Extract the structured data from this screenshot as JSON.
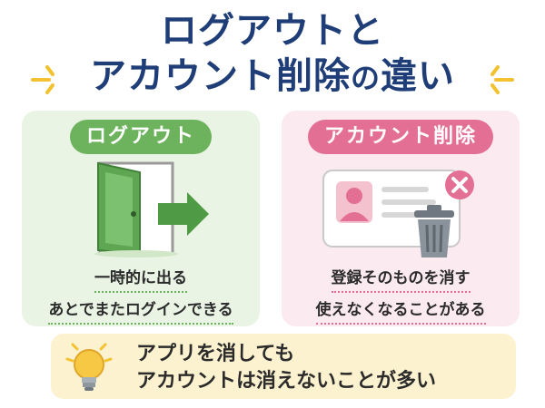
{
  "header": {
    "title_line1": "ログアウトと",
    "title_line2_main": "アカウント削除",
    "title_line2_particle": "の",
    "title_line2_end": "違い"
  },
  "logout": {
    "label": "ログアウト",
    "line1": "一時的に出る",
    "line2": "あとでまたログインできる"
  },
  "delete_account": {
    "label": "アカウント削除",
    "line1": "登録そのものを消す",
    "line2": "使えなくなることがある"
  },
  "tip": {
    "line1": "アプリを消しても",
    "line2": "アカウントは消えないことが多い"
  },
  "colors": {
    "title": "#1f3e78",
    "green": "#6db35d",
    "pink": "#e46f95",
    "tip_bg": "#fdf2cf"
  }
}
